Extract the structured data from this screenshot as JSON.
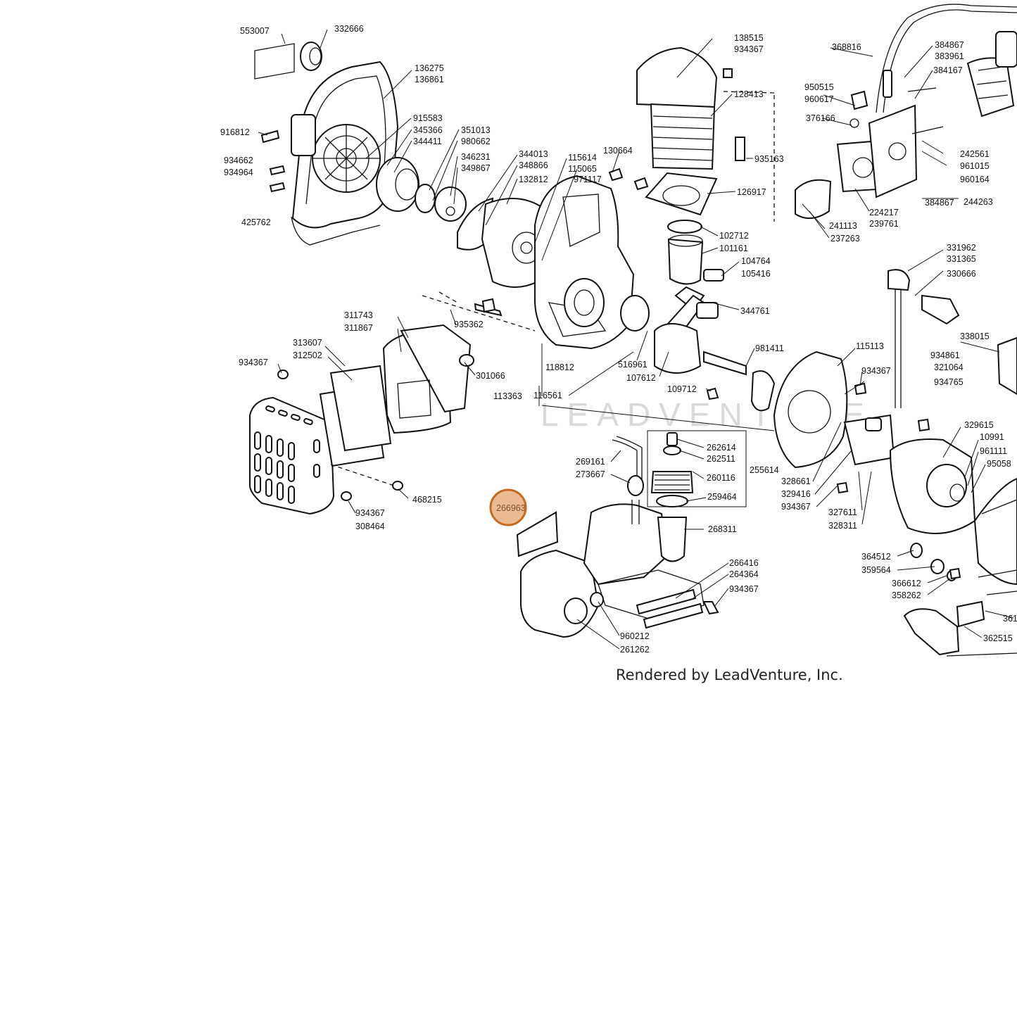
{
  "diagram": {
    "watermark": "LEADVENTURE",
    "credit": "Rendered by LeadVenture, Inc.",
    "highlight_color": "#d9833b",
    "highlighted_part": "266963",
    "part_labels": [
      "553007",
      "332666",
      "136275",
      "136861",
      "916812",
      "915583",
      "345366",
      "344411",
      "351013",
      "980662",
      "934662",
      "934964",
      "346231",
      "349867",
      "425762",
      "344013",
      "348866",
      "132812",
      "115614",
      "115065",
      "971117",
      "130664",
      "138515",
      "934367",
      "128413",
      "935163",
      "126917",
      "102712",
      "101161",
      "104764",
      "105416",
      "344761",
      "368816",
      "384867",
      "383961",
      "384167",
      "950515",
      "960617",
      "376166",
      "242561",
      "961015",
      "960164",
      "224217",
      "239761",
      "241113",
      "237263",
      "384867",
      "244263",
      "331962",
      "331365",
      "330666",
      "311743",
      "311867",
      "935362",
      "313607",
      "312502",
      "934367",
      "301066",
      "118812",
      "516961",
      "107612",
      "981411",
      "115113",
      "109712",
      "113363",
      "116561",
      "338015",
      "934861",
      "321064",
      "934765",
      "934367",
      "329615",
      "10991",
      "961111",
      "95058",
      "262614",
      "262511",
      "255614",
      "260116",
      "269161",
      "273667",
      "259464",
      "268311",
      "328661",
      "329416",
      "934367",
      "327611",
      "328311",
      "468215",
      "934367",
      "308464",
      "266963",
      "266416",
      "264364",
      "934367",
      "364512",
      "359564",
      "366612",
      "358262",
      "960212",
      "261262",
      "361",
      "362515"
    ]
  }
}
